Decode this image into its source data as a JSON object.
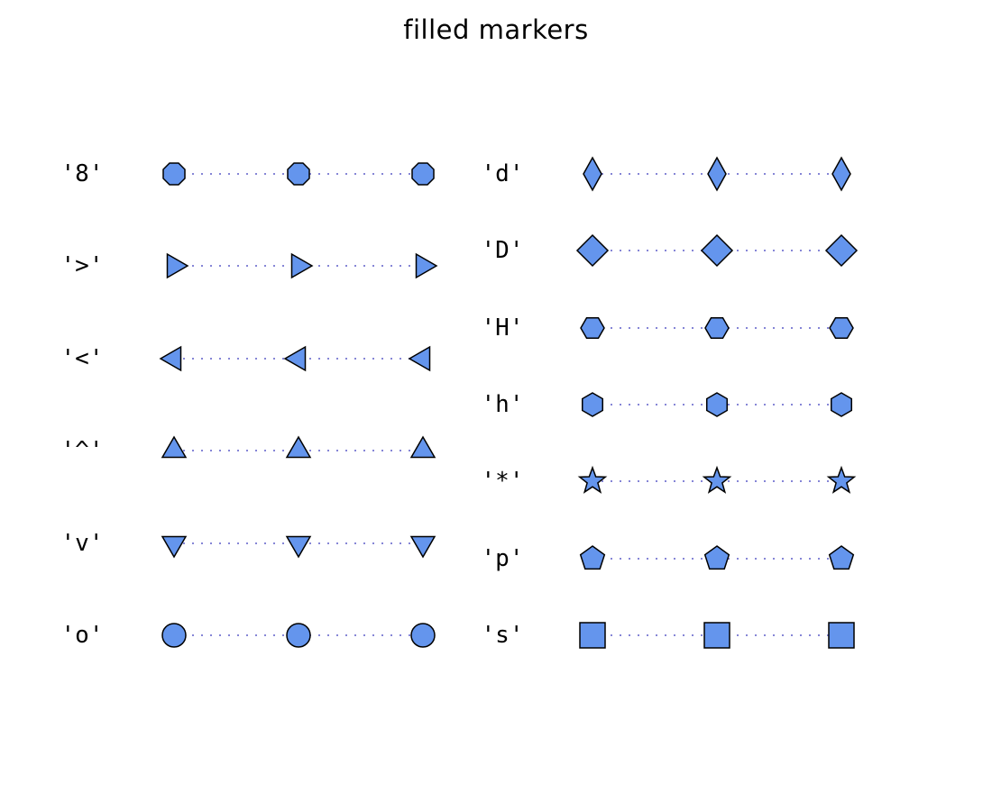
{
  "title": "filled markers",
  "colors": {
    "background": "#ffffff",
    "marker_fill": "#6495ED",
    "marker_edge": "#000000",
    "line": "#8585d6",
    "text": "#000000"
  },
  "chart_data": {
    "type": "scatter",
    "title": "filled markers",
    "line_style": "dotted",
    "points_per_row": 3,
    "x": [
      0,
      1,
      2
    ],
    "legend_position": "none",
    "grid": false,
    "columns": [
      {
        "markers": [
          {
            "symbol": "'8'",
            "name": "octagon"
          },
          {
            "symbol": "'>'",
            "name": "triangle-right"
          },
          {
            "symbol": "'<'",
            "name": "triangle-left"
          },
          {
            "symbol": "'^'",
            "name": "triangle-up"
          },
          {
            "symbol": "'v'",
            "name": "triangle-down"
          },
          {
            "symbol": "'o'",
            "name": "circle"
          }
        ]
      },
      {
        "markers": [
          {
            "symbol": "'d'",
            "name": "thin-diamond"
          },
          {
            "symbol": "'D'",
            "name": "diamond"
          },
          {
            "symbol": "'H'",
            "name": "hexagon-flat-top"
          },
          {
            "symbol": "'h'",
            "name": "hexagon-pointy-top"
          },
          {
            "symbol": "'*'",
            "name": "star"
          },
          {
            "symbol": "'p'",
            "name": "pentagon"
          },
          {
            "symbol": "'s'",
            "name": "square"
          }
        ]
      }
    ]
  }
}
